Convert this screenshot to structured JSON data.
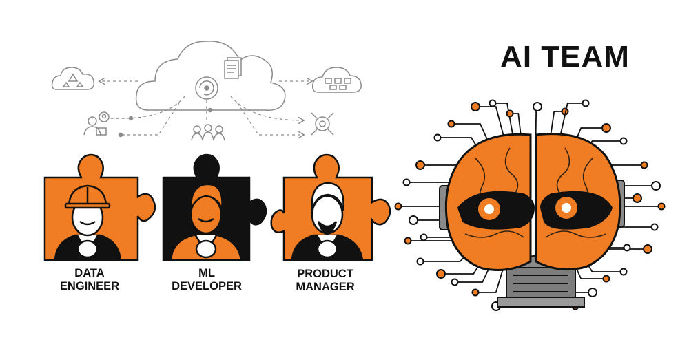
{
  "title": "AI TEAM",
  "roles": [
    {
      "line1": "DATA",
      "line2": "ENGINEER"
    },
    {
      "line1": "ML",
      "line2": "DEVELOPER"
    },
    {
      "line1": "PRODUCT",
      "line2": "MANAGER"
    }
  ],
  "icons": [
    "cloud-icon",
    "document-icon",
    "cycle-icon",
    "hierarchy-cloud-icon",
    "network-cloud-icon",
    "person-laptop-icon",
    "group-icon",
    "hub-icon",
    "robot-brain-icon"
  ],
  "colors": {
    "accent": "#f07d23",
    "ink": "#111111",
    "line": "#8a8a8a",
    "metal": "#7d7d7d"
  }
}
